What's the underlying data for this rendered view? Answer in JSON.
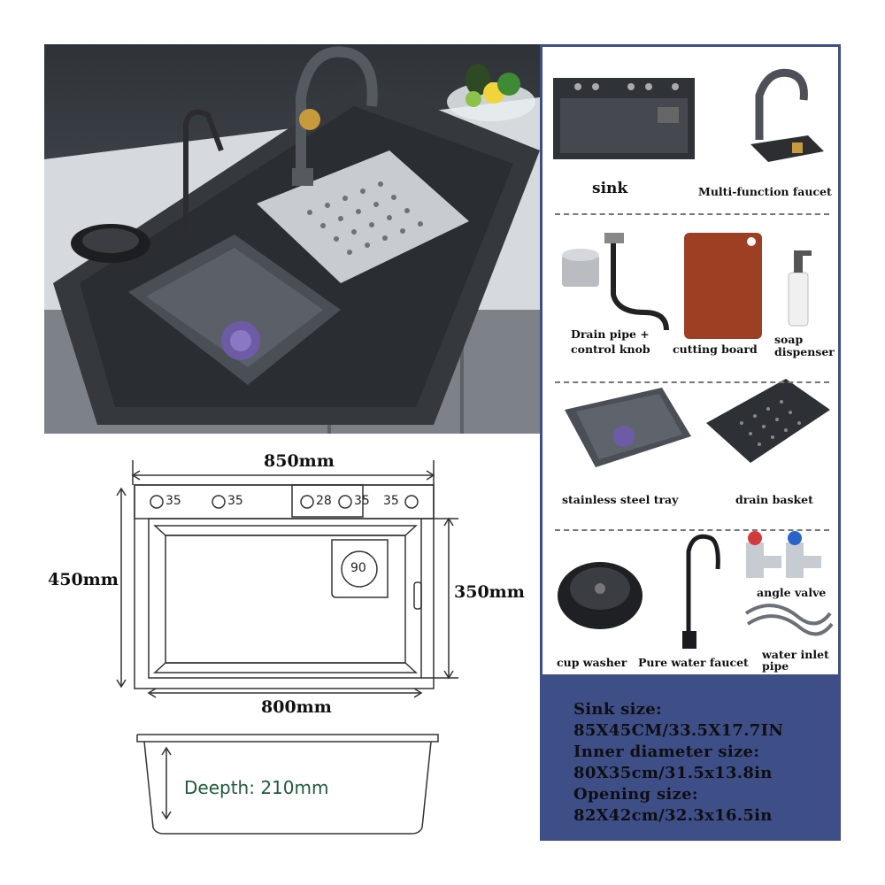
{
  "dimensions": {
    "overall_width": "850mm",
    "overall_depth": "450mm",
    "inner_depth": "350mm",
    "inner_width": "800mm",
    "hole_sizes": [
      "35",
      "35",
      "28",
      "35",
      "35"
    ],
    "cup_washer_hole": "90",
    "bowl_depth": "Deepth: 210mm"
  },
  "accessories": {
    "sink": "sink",
    "faucet": "Multi-function faucet",
    "drain_line1": "Drain pipe +",
    "drain_line2": "control knob",
    "cutting_board": "cutting board",
    "soap_line1": "soap",
    "soap_line2": "dispenser",
    "tray": "stainless steel tray",
    "basket": "drain basket",
    "angle_valve": "angle valve",
    "cup_washer": "cup washer",
    "pure_water_faucet": "Pure water faucet",
    "water_line1": "water inlet",
    "water_line2": "pipe"
  },
  "size_info": {
    "line1": "Sink size:",
    "line2": "85X45CM/33.5X17.7IN",
    "line3": "Inner diameter size:",
    "line4": "80X35cm/31.5x13.8in",
    "line5": "Opening size:",
    "line6": "82X42cm/32.3x16.5in"
  },
  "colors": {
    "panel_border": "#3e4f87",
    "size_box": "#3e4f87",
    "sink_metal": "#3c3f44"
  }
}
